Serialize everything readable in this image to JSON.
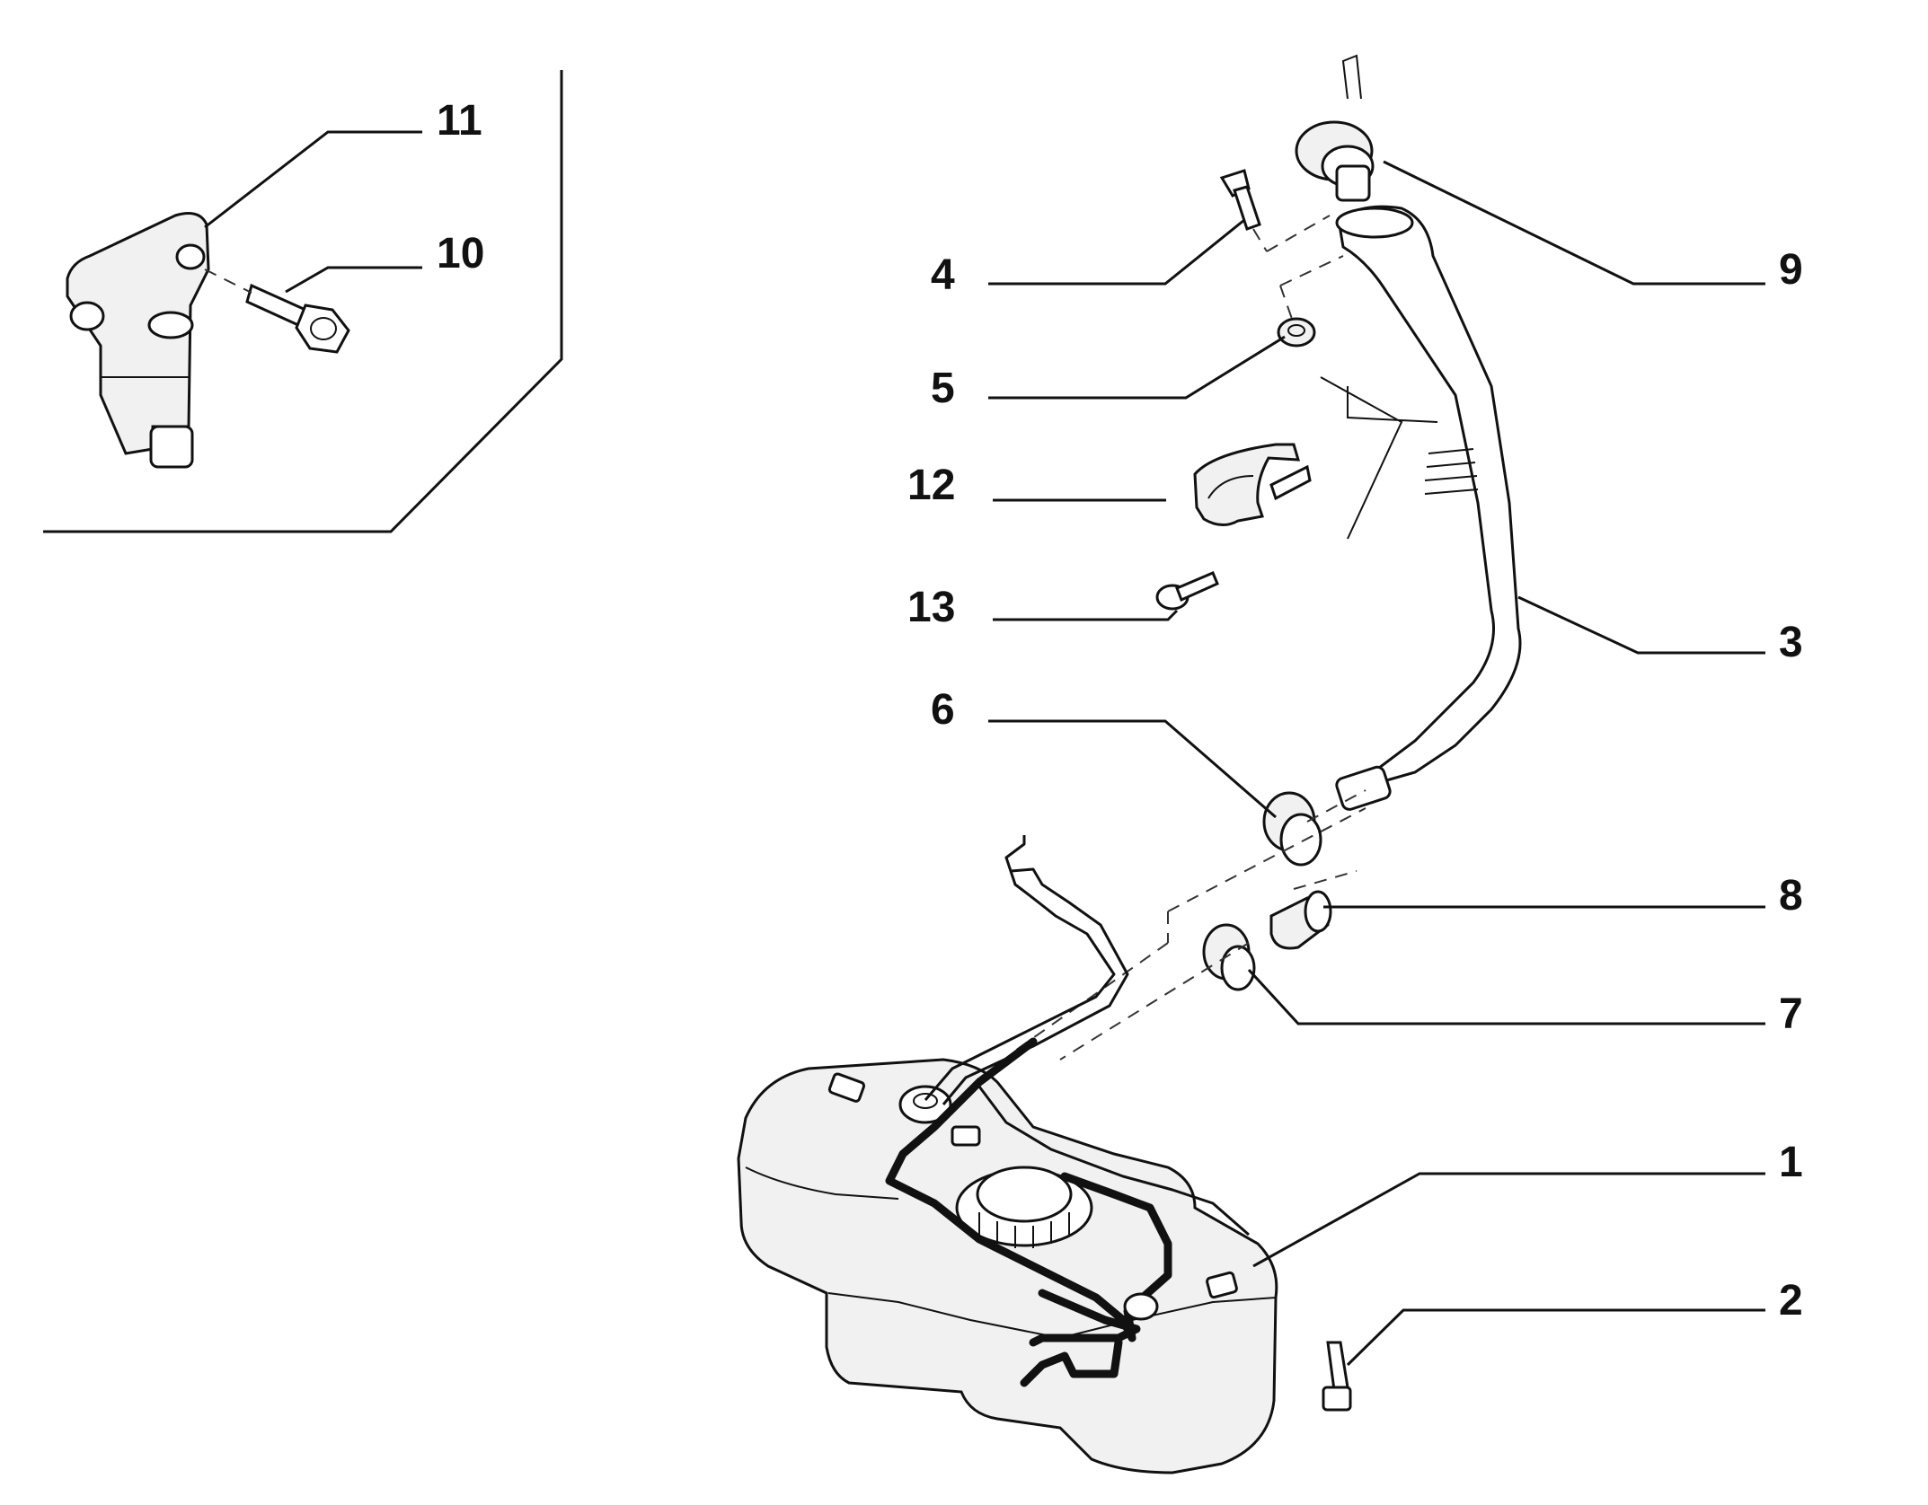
{
  "diagram": {
    "callouts": [
      {
        "id": "11",
        "label": "11"
      },
      {
        "id": "10",
        "label": "10"
      },
      {
        "id": "4",
        "label": "4"
      },
      {
        "id": "5",
        "label": "5"
      },
      {
        "id": "12",
        "label": "12"
      },
      {
        "id": "13",
        "label": "13"
      },
      {
        "id": "6",
        "label": "6"
      },
      {
        "id": "9",
        "label": "9"
      },
      {
        "id": "3",
        "label": "3"
      },
      {
        "id": "8",
        "label": "8"
      },
      {
        "id": "7",
        "label": "7"
      },
      {
        "id": "1",
        "label": "1"
      },
      {
        "id": "2",
        "label": "2"
      }
    ],
    "colors": {
      "ink": "#111111",
      "paper": "#ffffff"
    }
  }
}
